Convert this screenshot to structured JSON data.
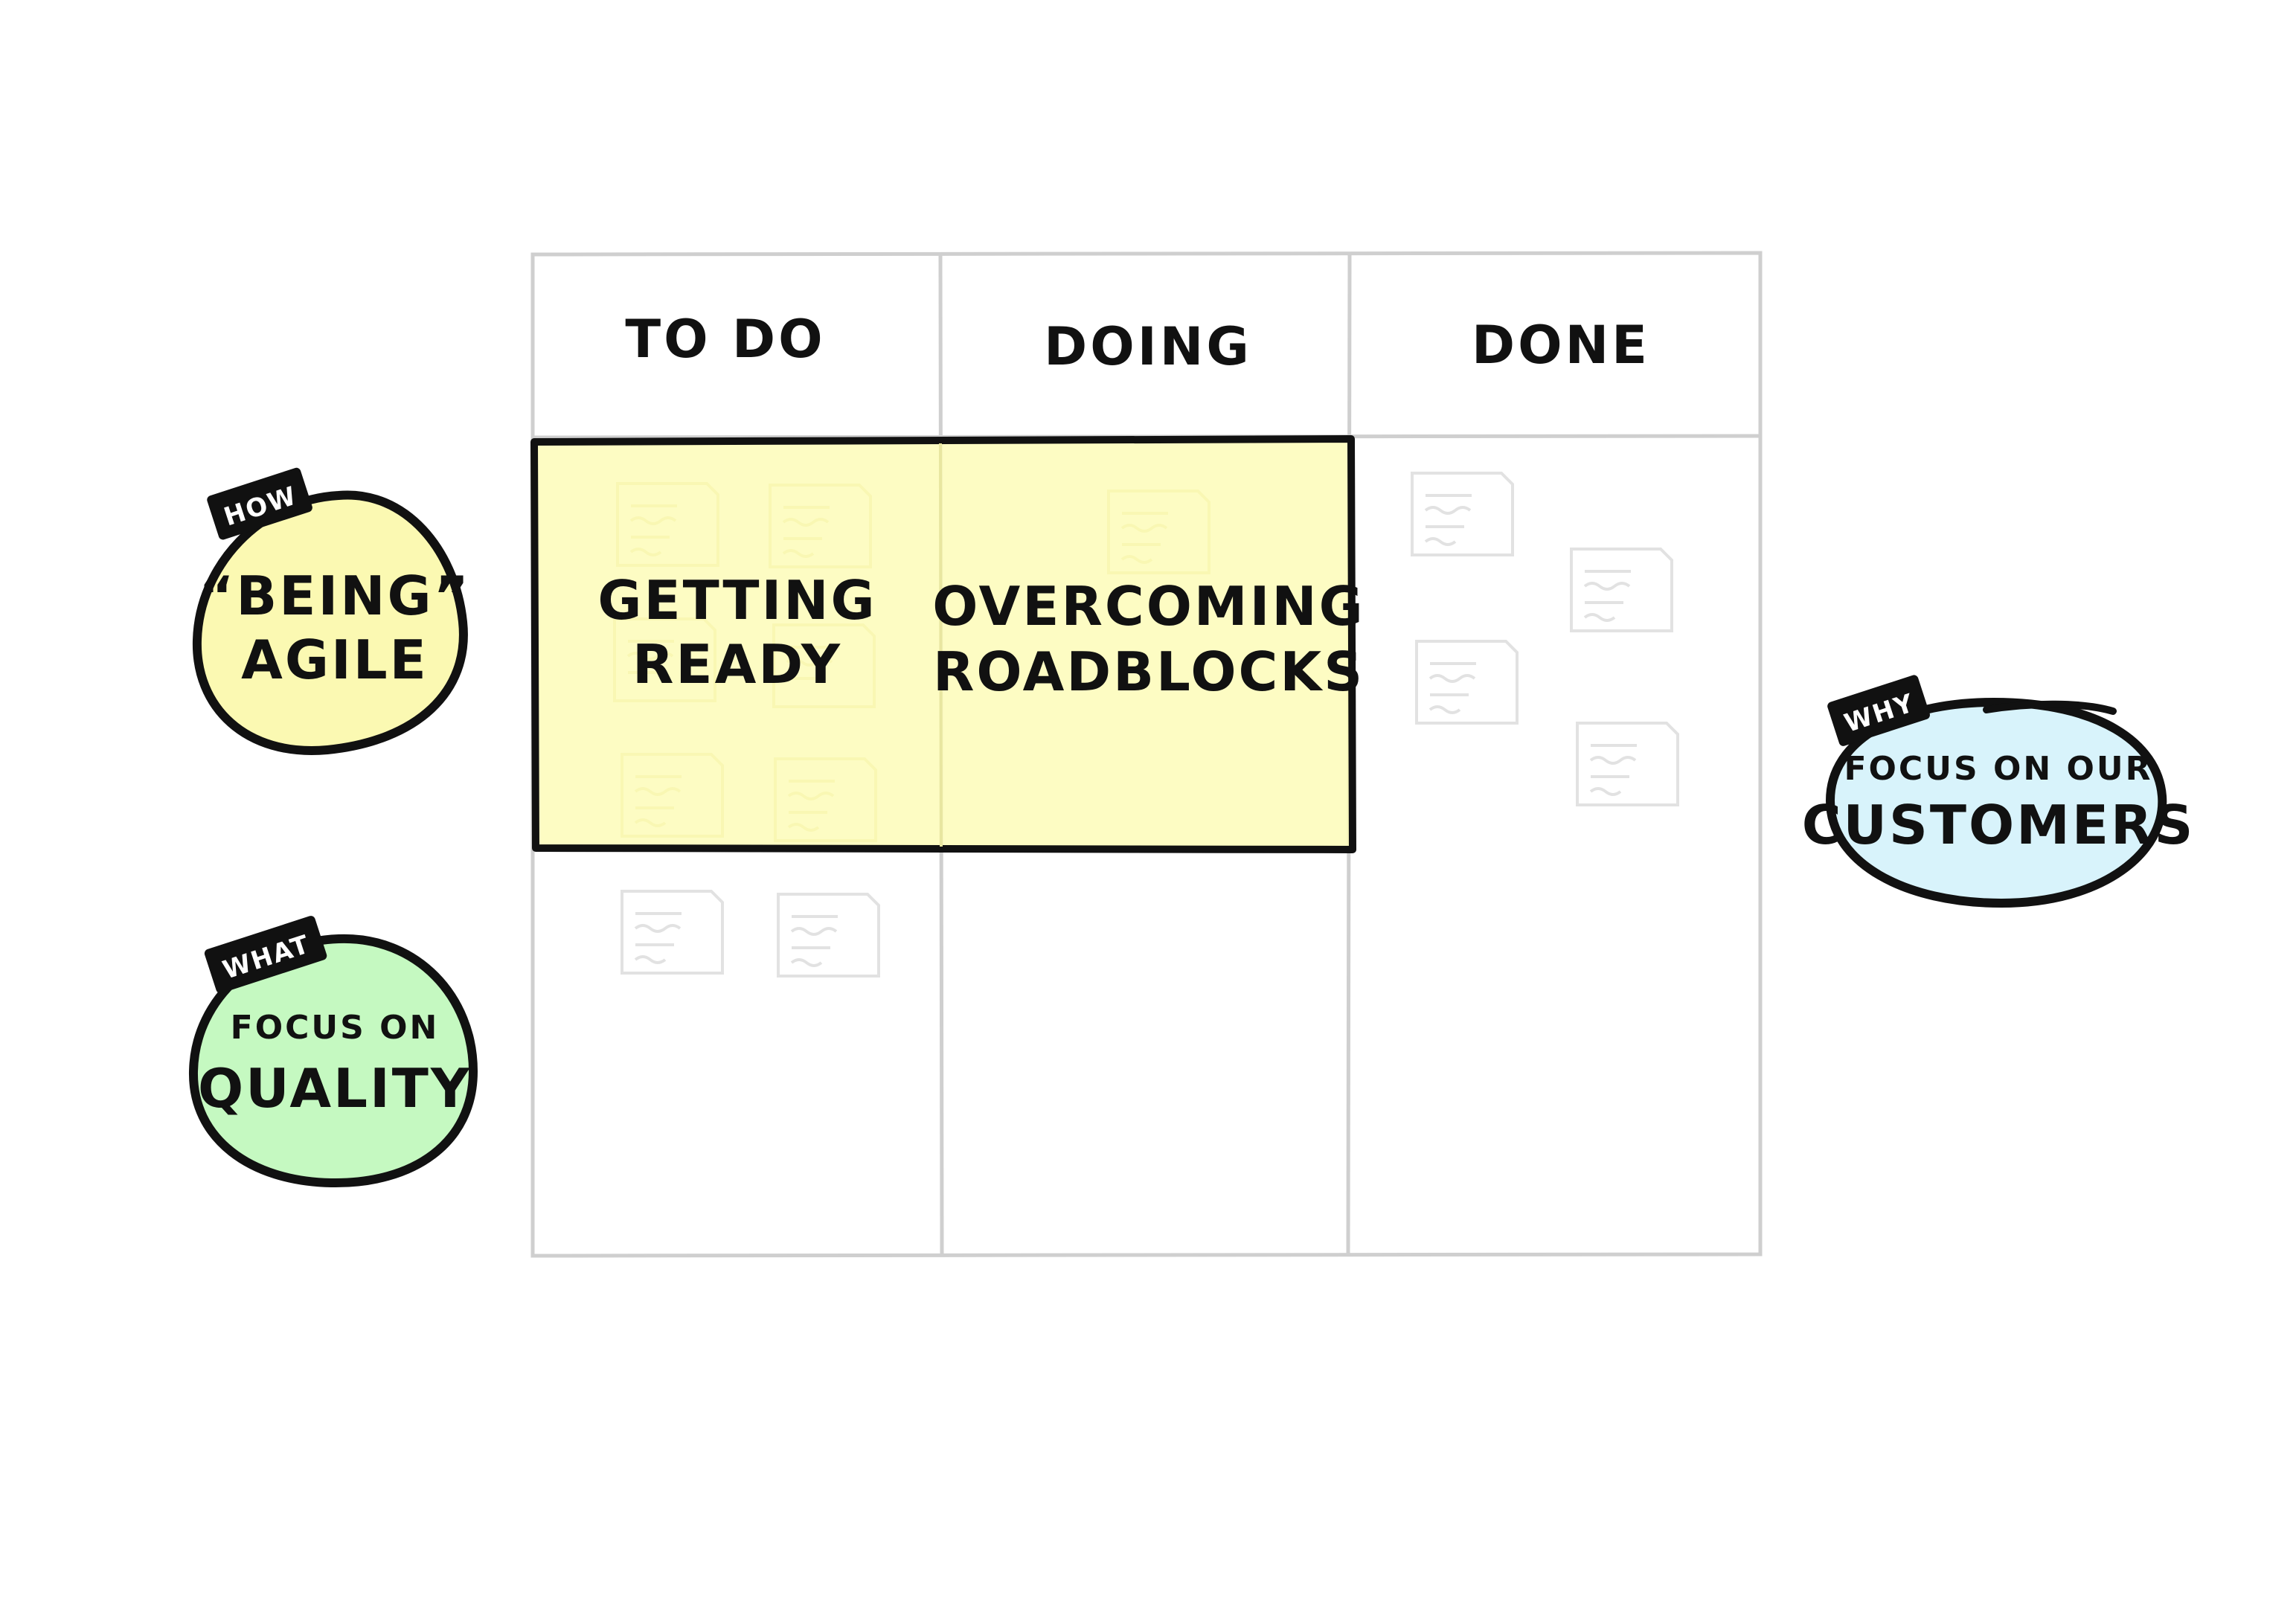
{
  "board": {
    "columns": [
      {
        "label": "TO DO"
      },
      {
        "label": "DOING"
      },
      {
        "label": "DONE"
      }
    ],
    "highlight": {
      "items": [
        {
          "line1": "GETTING",
          "line2": "READY"
        },
        {
          "line1": "OVERCOMING",
          "line2": "ROADBLOCKS"
        }
      ],
      "color": "#fdfbb6"
    }
  },
  "blobs": {
    "how": {
      "tag": "HOW",
      "line1": "“BEING”",
      "line2": "AGILE",
      "color": "#fbf9b2"
    },
    "what": {
      "tag": "WHAT",
      "line1": "FOCUS ON",
      "line2": "QUALITY",
      "color": "#c5f9c1"
    },
    "why": {
      "tag": "WHY",
      "line1": "FOCUS ON OUR",
      "line2": "CUSTOMERS",
      "color": "#d8f3fb"
    }
  }
}
